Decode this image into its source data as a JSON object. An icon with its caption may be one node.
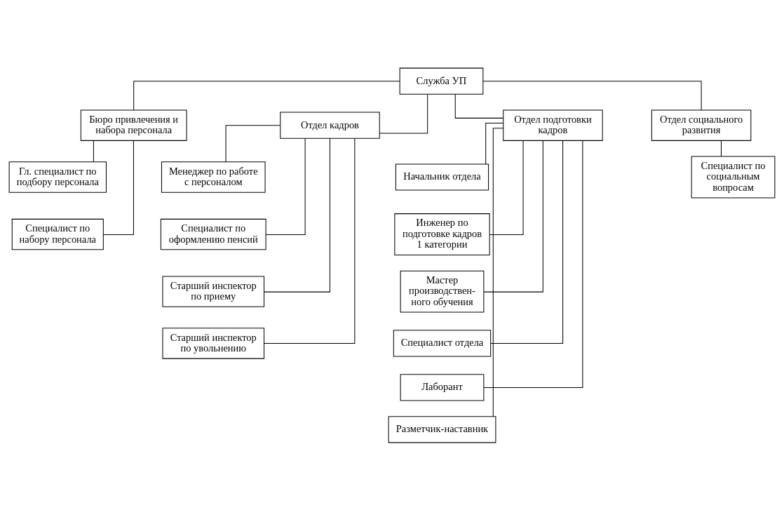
{
  "diagram": {
    "nodes": [
      {
        "text": [
          "Служба УП"
        ]
      },
      {
        "text": [
          "Бюро привлечения и набора персонала"
        ]
      },
      {
        "text": [
          "Отдел кадров"
        ]
      },
      {
        "text": [
          "Отдел подготовки кадров"
        ]
      },
      {
        "text": [
          "Отдел социального развития"
        ]
      },
      {
        "text": [
          "Гл. специалист по подбору персонала"
        ]
      },
      {
        "text": [
          "Специалист по набору персонала"
        ]
      },
      {
        "text": [
          "Менеджер по работе с персоналом"
        ]
      },
      {
        "text": [
          "Специалист по оформлению пенсий"
        ]
      },
      {
        "text": [
          "Старший инспектор по приему"
        ]
      },
      {
        "text": [
          "Старший инспектор по увольнению"
        ]
      },
      {
        "text": [
          "Начальник отдела"
        ]
      },
      {
        "text": [
          "Инженер по подготовке кадров 1 категории"
        ]
      },
      {
        "text": [
          "Мастер производствен- ного обучения"
        ]
      },
      {
        "text": [
          "Специалист отдела"
        ]
      },
      {
        "text": [
          "Лаборант"
        ]
      },
      {
        "text": [
          "Разметчик-наставник"
        ]
      },
      {
        "text": [
          "Специалист по социальным вопросам"
        ]
      }
    ],
    "edges": [
      {
        "from": 0,
        "to": 1,
        "arrow": "none"
      },
      {
        "from": 0,
        "to": 2,
        "arrow": "none"
      },
      {
        "from": 0,
        "to": 3,
        "arrow": "none"
      },
      {
        "from": 0,
        "to": 4,
        "arrow": "none"
      },
      {
        "from": 1,
        "to": 5,
        "arrow": "none"
      },
      {
        "from": 1,
        "to": 6,
        "arrow": "none"
      },
      {
        "from": 2,
        "to": 7,
        "arrow": "none"
      },
      {
        "from": 2,
        "to": 8,
        "arrow": "none"
      },
      {
        "from": 2,
        "to": 9,
        "arrow": "none"
      },
      {
        "from": 2,
        "to": 10,
        "arrow": "none"
      },
      {
        "from": 3,
        "to": 11,
        "arrow": "none"
      },
      {
        "from": 3,
        "to": 12,
        "arrow": "none"
      },
      {
        "from": 3,
        "to": 13,
        "arrow": "none"
      },
      {
        "from": 3,
        "to": 14,
        "arrow": "none"
      },
      {
        "from": 3,
        "to": 15,
        "arrow": "none"
      },
      {
        "from": 3,
        "to": 16,
        "arrow": "none"
      },
      {
        "from": 4,
        "to": 17,
        "arrow": "none"
      }
    ]
  }
}
